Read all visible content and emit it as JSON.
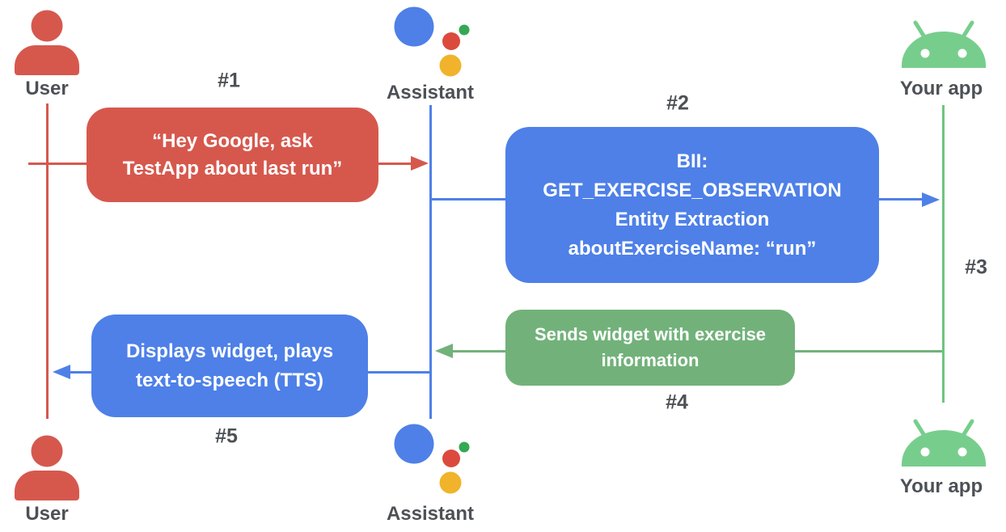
{
  "diagram": {
    "title_implicit": "Assistant App Action sequence flow",
    "actors": {
      "user_top": {
        "label": "User"
      },
      "assistant_top": {
        "label": "Assistant"
      },
      "yourapp_top": {
        "label": "Your app"
      },
      "user_bottom": {
        "label": "User"
      },
      "assistant_bottom": {
        "label": "Assistant"
      },
      "yourapp_bottom": {
        "label": "Your app"
      }
    },
    "steps": {
      "s1": "#1",
      "s2": "#2",
      "s3": "#3",
      "s4": "#4",
      "s5": "#5"
    },
    "messages": {
      "m1": {
        "from": "User",
        "to": "Assistant",
        "text": "“Hey Google, ask\nTestApp about last run”"
      },
      "m2": {
        "from": "Assistant",
        "to": "Your app",
        "text": "BII:\nGET_EXERCISE_OBSERVATION\nEntity Extraction\naboutExerciseName: “run”"
      },
      "m4": {
        "from": "Your app",
        "to": "Assistant",
        "text": "Sends widget with exercise\ninformation"
      },
      "m5": {
        "from": "Assistant",
        "to": "User",
        "text": "Displays widget, plays\ntext-to-speech (TTS)"
      }
    },
    "icons": {
      "user": "person-icon",
      "assistant": "google-assistant-logo",
      "yourapp": "android-robot-icon"
    },
    "colors": {
      "red": "#D6584D",
      "blue": "#4E80E8",
      "green_box": "#72B27A",
      "android_green": "#77CE8C",
      "green_lifeline": "#6EC580",
      "assistant_blue": "#4E80E8",
      "assistant_red": "#DC4A3D",
      "assistant_yellow": "#F1B32B",
      "assistant_green": "#34A853",
      "label_gray": "#4D5156",
      "box_text": "#FFFFFF"
    }
  }
}
